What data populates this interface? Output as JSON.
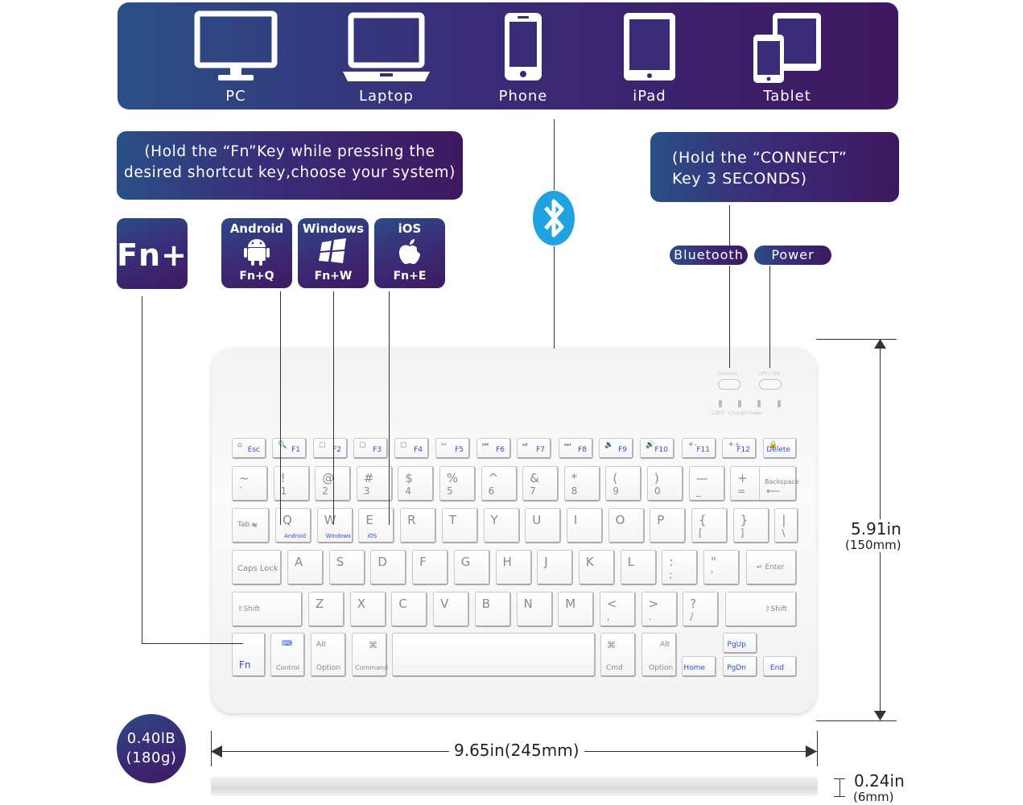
{
  "devices": [
    {
      "label": "PC",
      "icon": "monitor-icon"
    },
    {
      "label": "Laptop",
      "icon": "laptop-icon"
    },
    {
      "label": "Phone",
      "icon": "phone-icon"
    },
    {
      "label": "iPad",
      "icon": "ipad-icon"
    },
    {
      "label": "Tablet",
      "icon": "tablet-icon"
    }
  ],
  "notes": {
    "fn_line1": "(Hold the “Fn”Key while pressing the",
    "fn_line2": "desired shortcut key,choose your system)",
    "connect_line1": "(Hold the “CONNECT”",
    "connect_line2": "Key 3 SECONDS)"
  },
  "badges": {
    "fn": "Fn+",
    "android_title": "Android",
    "android_combo": "Fn+Q",
    "windows_title": "Windows",
    "windows_combo": "Fn+W",
    "ios_title": "iOS",
    "ios_combo": "Fn+E"
  },
  "pills": {
    "bluetooth": "Bluetooth",
    "power": "Power"
  },
  "keyboard": {
    "connect_label": "Connect",
    "onoff_label": "OFF / ON",
    "indicator_labels": "CAPS   ·   Charge Power",
    "frow": [
      {
        "main": "Esc",
        "icon": "⌂"
      },
      {
        "main": "F1",
        "icon": "🔍"
      },
      {
        "main": "F2",
        "icon": "▢"
      },
      {
        "main": "F3",
        "icon": "▢"
      },
      {
        "main": "F4",
        "icon": "▢"
      },
      {
        "main": "F5",
        "icon": "✂"
      },
      {
        "main": "F6",
        "icon": "⏮"
      },
      {
        "main": "F7",
        "icon": "⏯"
      },
      {
        "main": "F8",
        "icon": "⏭"
      },
      {
        "main": "F9",
        "icon": "🔉"
      },
      {
        "main": "F10",
        "icon": "🔊"
      },
      {
        "main": "F11",
        "icon": "☀-"
      },
      {
        "main": "F12",
        "icon": "☀+"
      },
      {
        "main": "Delete",
        "icon": "🔒"
      }
    ],
    "row1": [
      {
        "m": "~",
        "s": "`"
      },
      {
        "m": "!",
        "s": "1"
      },
      {
        "m": "@",
        "s": "2"
      },
      {
        "m": "#",
        "s": "3"
      },
      {
        "m": "$",
        "s": "4"
      },
      {
        "m": "%",
        "s": "5"
      },
      {
        "m": "^",
        "s": "6"
      },
      {
        "m": "&",
        "s": "7"
      },
      {
        "m": "*",
        "s": "8"
      },
      {
        "m": "(",
        "s": "9"
      },
      {
        "m": ")",
        "s": "0"
      },
      {
        "m": "—",
        "s": "_"
      },
      {
        "m": "+",
        "s": "="
      },
      {
        "m": "Backspace",
        "s": "⟵"
      }
    ],
    "row2": [
      {
        "m": "Tab ⇤",
        "s": "⇥"
      },
      {
        "m": "Q",
        "sub": "Android"
      },
      {
        "m": "W",
        "sub": "Windows"
      },
      {
        "m": "E",
        "sub": "iOS"
      },
      {
        "m": "R"
      },
      {
        "m": "T"
      },
      {
        "m": "Y"
      },
      {
        "m": "U"
      },
      {
        "m": "I"
      },
      {
        "m": "O"
      },
      {
        "m": "P"
      },
      {
        "m": "{",
        "s": "["
      },
      {
        "m": "}",
        "s": "]"
      },
      {
        "m": "|",
        "s": "\\"
      }
    ],
    "row3": [
      {
        "m": "Caps Lock"
      },
      {
        "m": "A"
      },
      {
        "m": "S"
      },
      {
        "m": "D"
      },
      {
        "m": "F"
      },
      {
        "m": "G"
      },
      {
        "m": "H"
      },
      {
        "m": "J"
      },
      {
        "m": "K"
      },
      {
        "m": "L"
      },
      {
        "m": ":",
        "s": ";"
      },
      {
        "m": "\"",
        "s": "'"
      },
      {
        "m": "↵ Enter"
      }
    ],
    "row4": [
      {
        "m": "⇧Shift"
      },
      {
        "m": "Z"
      },
      {
        "m": "X"
      },
      {
        "m": "C"
      },
      {
        "m": "V"
      },
      {
        "m": "B"
      },
      {
        "m": "N"
      },
      {
        "m": "M"
      },
      {
        "m": "<",
        "s": ","
      },
      {
        "m": ">",
        "s": "."
      },
      {
        "m": "?",
        "s": "/"
      },
      {
        "m": "⇧Shift"
      }
    ],
    "row5": {
      "fn": "Fn",
      "control": "Control",
      "control_icon": "⌨",
      "alt": "Alt",
      "option": "Option",
      "cmd_icon": "⌘",
      "command": "Command",
      "cmd": "Cmd",
      "alt2": "Alt",
      "option2": "Option",
      "home": "Home",
      "pgup": "PgUp",
      "pgdn": "PgDn",
      "end": "End"
    }
  },
  "dimensions": {
    "height_in": "5.91in",
    "height_mm": "(150mm)",
    "width": "9.65in(245mm)",
    "thick_in": "0.24in",
    "thick_mm": "(6mm)",
    "weight_1": "0.40lB",
    "weight_2": "(180g)"
  }
}
